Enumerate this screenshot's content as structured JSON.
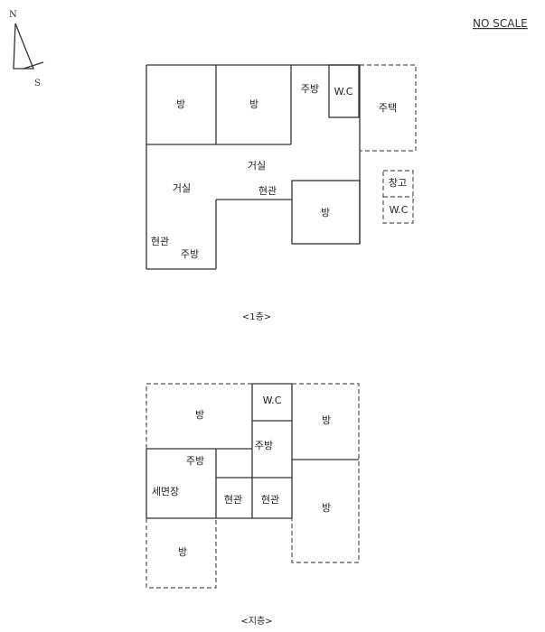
{
  "scale_note": "NO SCALE",
  "north_arrow": {
    "n": "N",
    "s": "S"
  },
  "floor1": {
    "caption": "<1층>",
    "labels": {
      "room_a": "방",
      "room_b": "방",
      "kitchen": "주방",
      "wc": "W.C",
      "house": "주택",
      "living_left": "거실",
      "living_mid": "거실",
      "entrance_mid": "현관",
      "room_c": "방",
      "storage": "창고",
      "wc2": "W.C",
      "entrance_left": "현관",
      "kitchen_left": "주방"
    }
  },
  "floor2": {
    "caption": "<지층>",
    "labels": {
      "room_top": "방",
      "wc": "W.C",
      "room_right_top": "방",
      "kitchen_left": "주방",
      "kitchen_mid": "주방",
      "laundry": "세면장",
      "entrance_a": "현관",
      "entrance_b": "현관",
      "room_right_bottom": "방",
      "room_bottom": "방"
    }
  }
}
